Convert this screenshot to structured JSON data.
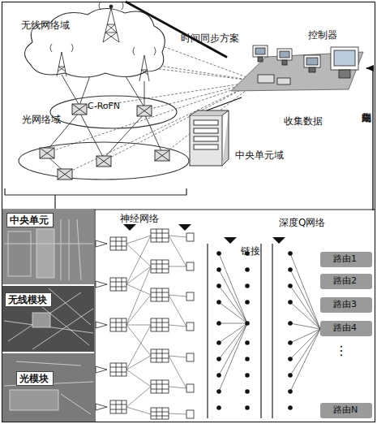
{
  "diagram": {
    "nodes": [
      {
        "text": [
          "无线网络域"
        ]
      },
      {
        "text": [
          "光网络域"
        ]
      },
      {
        "text": [
          "控制器"
        ]
      },
      {
        "text": [
          "中央单元域"
        ]
      },
      {
        "text": [
          "中央单元"
        ]
      },
      {
        "text": [
          "无线模块"
        ]
      },
      {
        "text": [
          "光模块"
        ]
      },
      {
        "text": [
          "深度Q网络"
        ]
      },
      {
        "text": [
          "路由1"
        ],
        "in": 7
      },
      {
        "text": [
          "路由2"
        ],
        "in": 7
      },
      {
        "text": [
          "路由3"
        ],
        "in": 7
      },
      {
        "text": [
          "路由4"
        ],
        "in": 7
      },
      {
        "text": [
          "路由N"
        ],
        "in": 7
      }
    ],
    "edges": [
      {
        "from": 2,
        "to": 0,
        "label": "时间同步方案",
        "arrow": "none"
      },
      {
        "from": 3,
        "to": 2,
        "label": "收集数据",
        "arrow": "none"
      },
      {
        "from": 7,
        "to": 2,
        "label": "路由规划",
        "arrow": "to"
      }
    ],
    "labels": [
      "C-RoFN",
      "神经网络",
      "链接",
      "⋮"
    ]
  }
}
